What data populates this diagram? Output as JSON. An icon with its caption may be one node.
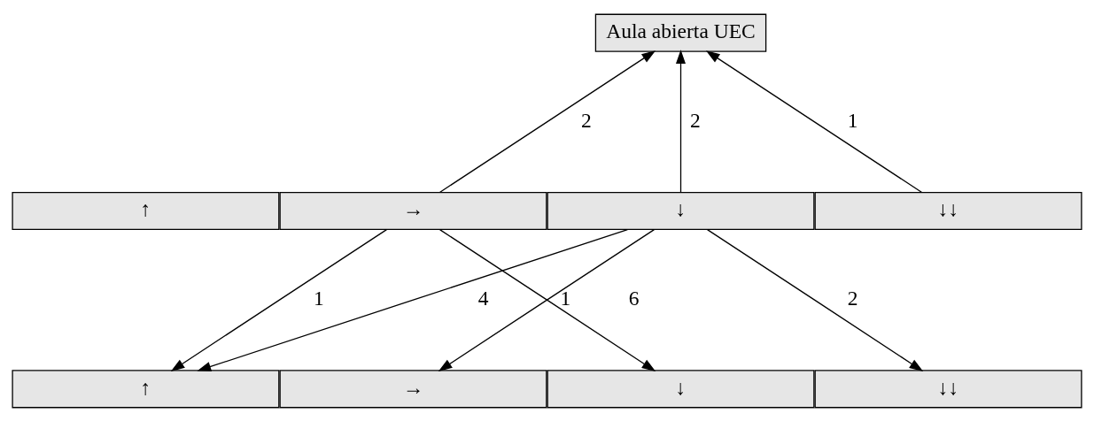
{
  "diagram": {
    "nodes": [
      {
        "text": [
          "Aula abierta UEC"
        ]
      },
      {
        "text": [
          "↑"
        ]
      },
      {
        "text": [
          "→"
        ]
      },
      {
        "text": [
          "↓"
        ]
      },
      {
        "text": [
          "↓↓"
        ]
      },
      {
        "text": [
          "↑"
        ]
      },
      {
        "text": [
          "→"
        ]
      },
      {
        "text": [
          "↓"
        ]
      },
      {
        "text": [
          "↓↓"
        ]
      }
    ],
    "edges": [
      {
        "from": 2,
        "to": 0,
        "arrow": "to",
        "label": "2"
      },
      {
        "from": 3,
        "to": 0,
        "arrow": "to",
        "label": "2"
      },
      {
        "from": 4,
        "to": 0,
        "arrow": "to",
        "label": "1"
      },
      {
        "from": 2,
        "to": 5,
        "arrow": "to",
        "label": "1"
      },
      {
        "from": 3,
        "to": 5,
        "arrow": "to",
        "label": "4"
      },
      {
        "from": 3,
        "to": 6,
        "arrow": "to",
        "label": "6"
      },
      {
        "from": 2,
        "to": 7,
        "arrow": "to",
        "label": "1"
      },
      {
        "from": 3,
        "to": 8,
        "arrow": "to",
        "label": "2"
      }
    ]
  }
}
